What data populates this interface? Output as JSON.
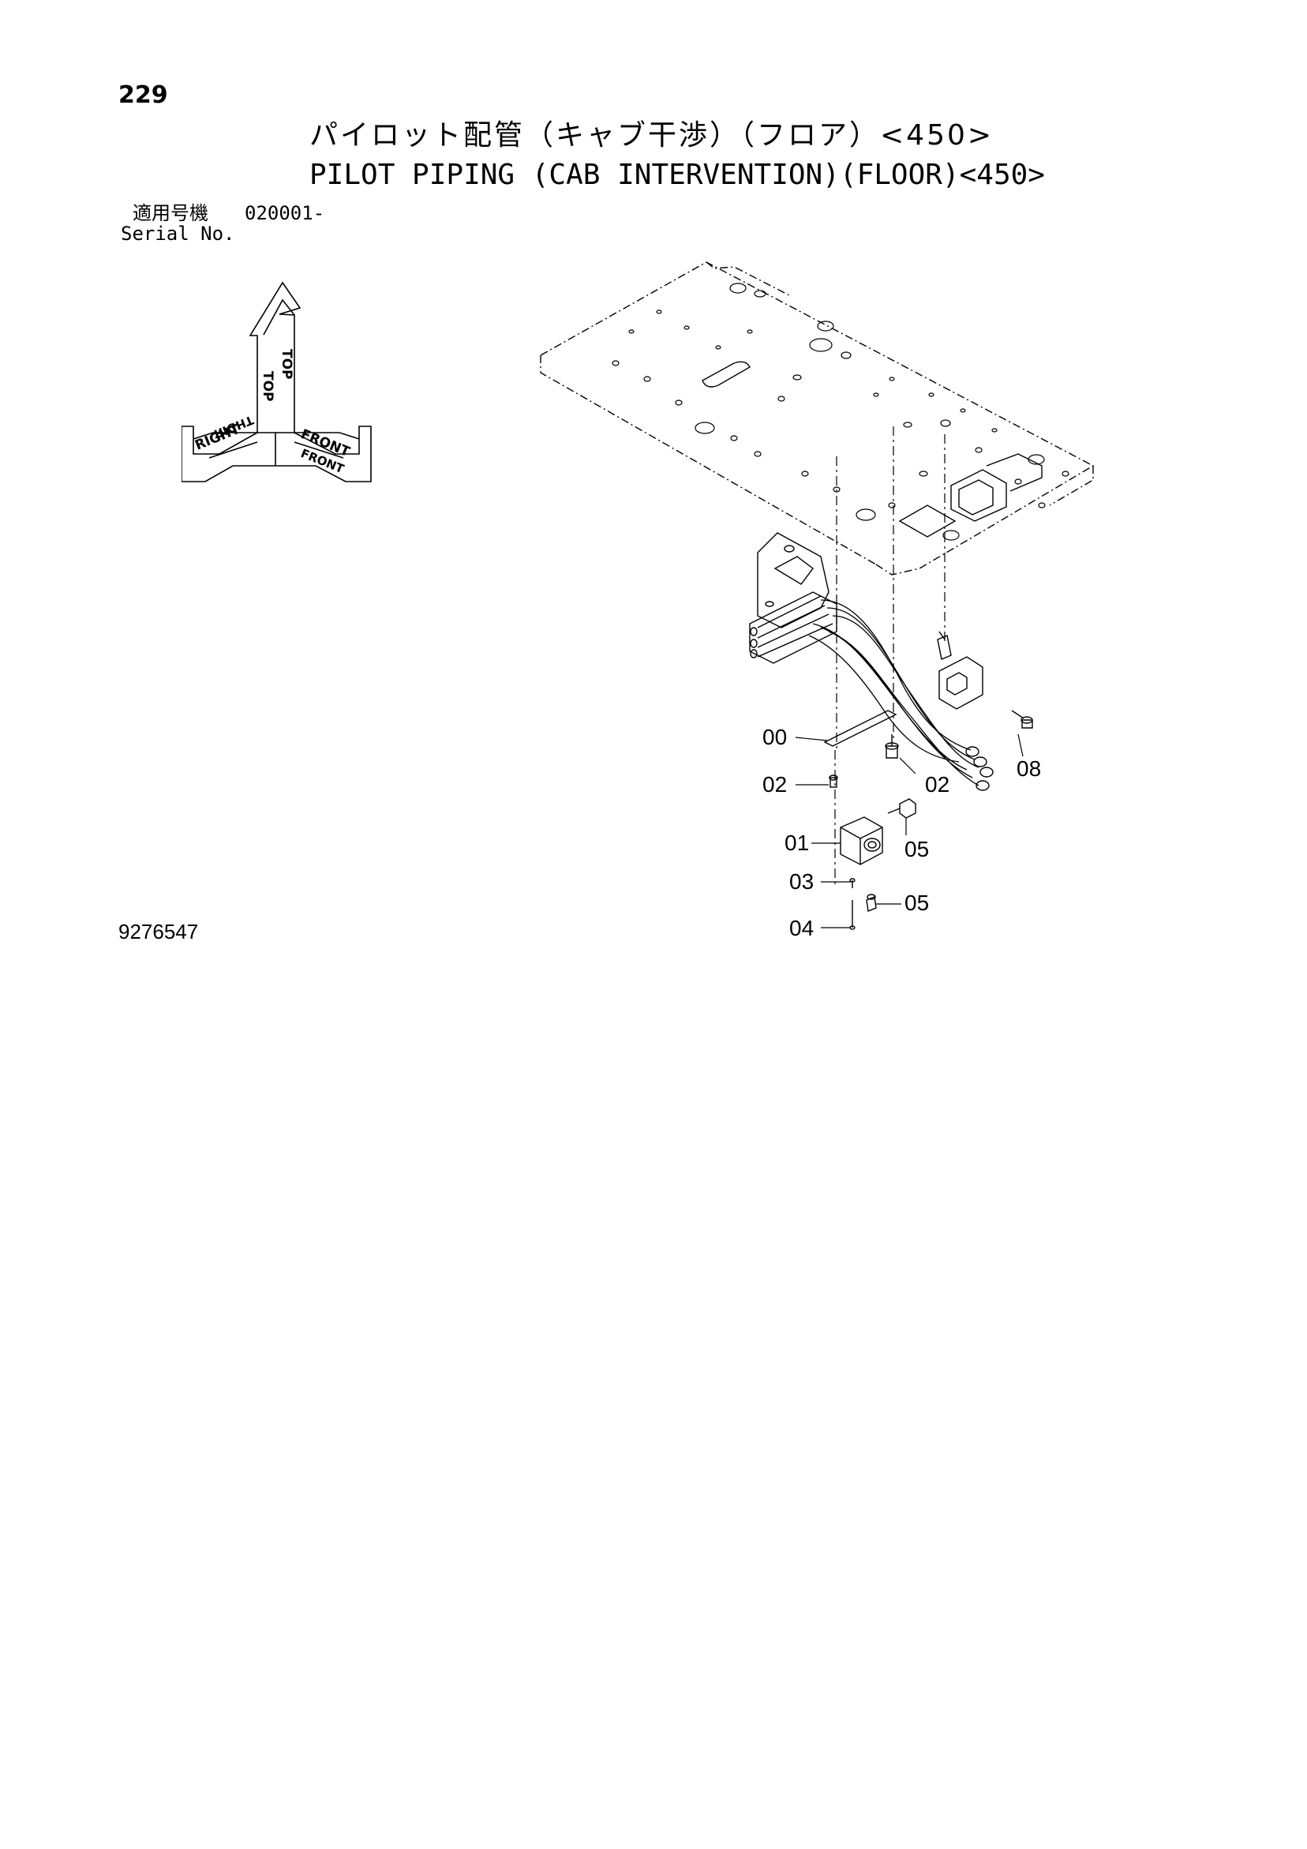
{
  "header": {
    "page_number": "229",
    "title_jp": "パイロット配管（キャブ干渉）（フロア）<450>",
    "title_en": "PILOT PIPING (CAB INTERVENTION)(FLOOR)<450>",
    "serial_label_jp": "適用号機",
    "serial_value": "020001-",
    "serial_label_en": "Serial No."
  },
  "orientation": {
    "top": "TOP",
    "right": "RIGHT",
    "front": "FRONT"
  },
  "callouts": {
    "c00": "00",
    "c02a": "02",
    "c02b": "02",
    "c08": "08",
    "c01": "01",
    "c05a": "05",
    "c03": "03",
    "c05b": "05",
    "c04": "04"
  },
  "footer": {
    "drawing_number": "9276547"
  },
  "colors": {
    "ink": "#000000",
    "paper": "#ffffff"
  }
}
